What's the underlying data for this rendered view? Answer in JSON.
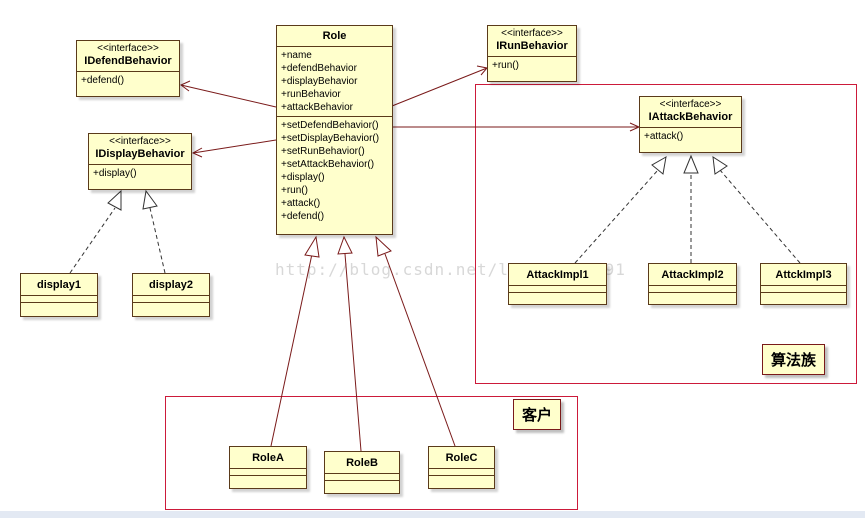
{
  "classes": {
    "role": {
      "name": "Role",
      "attributes": [
        "+name",
        "+defendBehavior",
        "+displayBehavior",
        "+runBehavior",
        "+attackBehavior"
      ],
      "operations": [
        "+setDefendBehavior()",
        "+setDisplayBehavior()",
        "+setRunBehavior()",
        "+setAttackBehavior()",
        "+display()",
        "+run()",
        "+attack()",
        "+defend()"
      ]
    },
    "idefend": {
      "stereotype": "<<interface>>",
      "name": "IDefendBehavior",
      "operations": [
        "+defend()"
      ]
    },
    "idisplay": {
      "stereotype": "<<interface>>",
      "name": "IDisplayBehavior",
      "operations": [
        "+display()"
      ]
    },
    "irun": {
      "stereotype": "<<interface>>",
      "name": "IRunBehavior",
      "operations": [
        "+run()"
      ]
    },
    "iattack": {
      "stereotype": "<<interface>>",
      "name": "IAttackBehavior",
      "operations": [
        "+attack()"
      ]
    },
    "display1": {
      "name": "display1"
    },
    "display2": {
      "name": "display2"
    },
    "attack1": {
      "name": "AttackImpl1"
    },
    "attack2": {
      "name": "AttackImpl2"
    },
    "attack3": {
      "name": "AttckImpl3"
    },
    "roleA": {
      "name": "RoleA"
    },
    "roleB": {
      "name": "RoleB"
    },
    "roleC": {
      "name": "RoleC"
    }
  },
  "labels": {
    "algorithm_family": "算法族",
    "client": "客户"
  },
  "watermark": "http://blog.csdn.net/lmj623565791",
  "colors": {
    "class_fill": "#ffffcc",
    "boundary": "#cc1a3a",
    "association": "#7a1a1a"
  }
}
